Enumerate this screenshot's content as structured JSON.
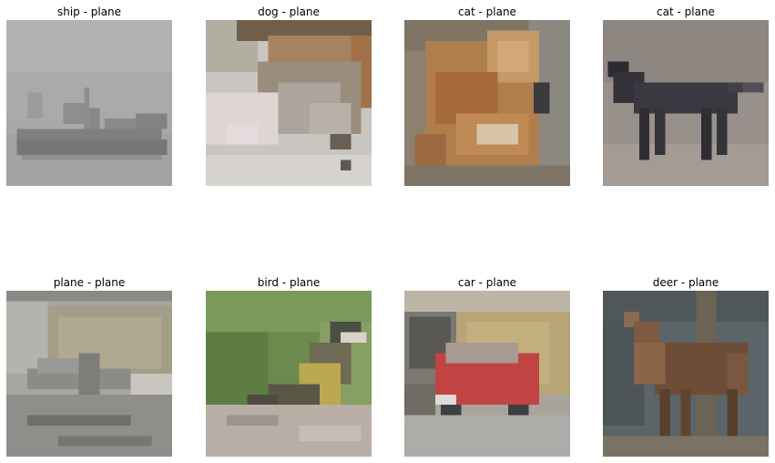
{
  "figure": {
    "panels": [
      {
        "title": "ship - plane",
        "image_subject": "grey ship on water (low-resolution)"
      },
      {
        "title": "dog - plane",
        "image_subject": "dog lying down (low-resolution)"
      },
      {
        "title": "cat - plane",
        "image_subject": "orange cat curled up (low-resolution)"
      },
      {
        "title": "cat - plane",
        "image_subject": "black cat standing (low-resolution)"
      },
      {
        "title": "plane - plane",
        "image_subject": "plane on runway (low-resolution)"
      },
      {
        "title": "bird - plane",
        "image_subject": "yellow bird on rock (low-resolution)"
      },
      {
        "title": "car - plane",
        "image_subject": "red car in front of garage (low-resolution)"
      },
      {
        "title": "deer - plane",
        "image_subject": "brown deer standing (low-resolution)"
      }
    ]
  }
}
